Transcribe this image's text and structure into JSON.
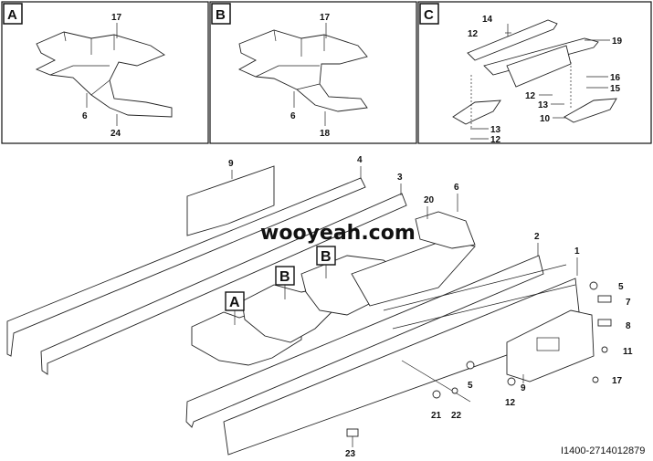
{
  "panels": [
    {
      "letter": "A",
      "labels": [
        "17",
        "6",
        "24"
      ]
    },
    {
      "letter": "B",
      "labels": [
        "17",
        "6",
        "18"
      ]
    },
    {
      "letter": "C",
      "labels": [
        "14",
        "12",
        "19",
        "16",
        "15",
        "12",
        "13",
        "10",
        "13",
        "12"
      ]
    }
  ],
  "main_labels": [
    "9",
    "4",
    "3",
    "20",
    "6",
    "2",
    "1",
    "5",
    "7",
    "8",
    "11",
    "17",
    "9",
    "12",
    "5",
    "21",
    "22",
    "23"
  ],
  "callouts": [
    "A",
    "B",
    "B"
  ],
  "watermark": "wooyeah.com",
  "document_id": "I1400-2714012879"
}
